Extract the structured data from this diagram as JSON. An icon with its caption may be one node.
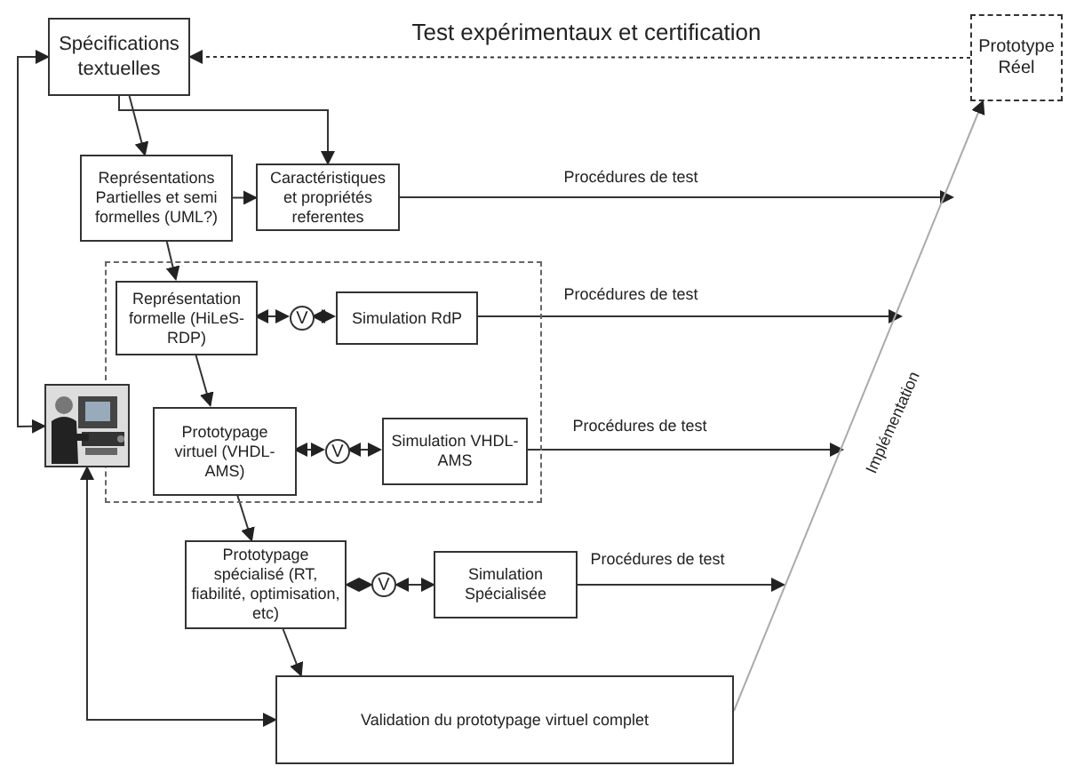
{
  "diagram": {
    "nodes": [
      {
        "text": [
          "Spécifications textuelles"
        ]
      },
      {
        "text": [
          "Prototype Réel"
        ]
      },
      {
        "text": [
          "Représentations Partielles et semi formelles (UML?)"
        ]
      },
      {
        "text": [
          "Caractéristiques et propriétés referentes"
        ]
      },
      {
        "text": [],
        "shape": "box"
      },
      {
        "text": [
          "Représentation formelle (HiLeS-RDP)"
        ],
        "in": 4
      },
      {
        "text": [
          "V"
        ],
        "in": 4
      },
      {
        "text": [
          "Simulation RdP"
        ],
        "in": 4
      },
      {
        "text": [
          "Prototypage virtuel (VHDL-AMS)"
        ],
        "in": 4
      },
      {
        "text": [
          "V"
        ],
        "in": 4
      },
      {
        "text": [
          "Simulation VHDL-AMS"
        ],
        "in": 4
      },
      {
        "text": [
          "Prototypage spécialisé (RT, fiabilité, optimisation, etc)"
        ]
      },
      {
        "text": [
          "V"
        ]
      },
      {
        "text": [
          "Simulation Spécialisée"
        ]
      },
      {
        "text": [
          "Validation du prototypage virtuel complet"
        ]
      },
      {
        "text": [],
        "shape": "picture"
      }
    ],
    "edges": [
      {
        "from": 0,
        "to": 2,
        "arrow": "to"
      },
      {
        "from": 0,
        "to": 3,
        "arrow": "to"
      },
      {
        "from": 2,
        "to": 3,
        "arrow": "to"
      },
      {
        "from": 1,
        "to": 0,
        "arrow": "to",
        "style": "dashed",
        "label": "Test expérimentaux et certification"
      },
      {
        "from": 3,
        "to": null,
        "arrow": "to",
        "label": "Procédures de test"
      },
      {
        "from": 2,
        "to": 5,
        "arrow": "to"
      },
      {
        "from": 5,
        "to": 6,
        "arrow": "both"
      },
      {
        "from": 6,
        "to": 7,
        "arrow": "both"
      },
      {
        "from": 7,
        "to": null,
        "arrow": "to",
        "label": "Procédures de test"
      },
      {
        "from": 5,
        "to": 8,
        "arrow": "to"
      },
      {
        "from": 8,
        "to": 9,
        "arrow": "both"
      },
      {
        "from": 9,
        "to": 10,
        "arrow": "both"
      },
      {
        "from": 10,
        "to": null,
        "arrow": "to",
        "label": "Procédures de test"
      },
      {
        "from": 8,
        "to": 11,
        "arrow": "to"
      },
      {
        "from": 11,
        "to": 12,
        "arrow": "both"
      },
      {
        "from": 12,
        "to": 13,
        "arrow": "both"
      },
      {
        "from": 13,
        "to": null,
        "arrow": "to",
        "label": "Procédures de test"
      },
      {
        "from": 11,
        "to": 14,
        "arrow": "to"
      },
      {
        "from": 15,
        "to": 14,
        "arrow": "both"
      },
      {
        "from": 15,
        "to": 0,
        "arrow": "both"
      },
      {
        "from": 14,
        "to": 1,
        "arrow": "to",
        "label": "Implémentation",
        "color": "#aaaaaa"
      }
    ]
  }
}
